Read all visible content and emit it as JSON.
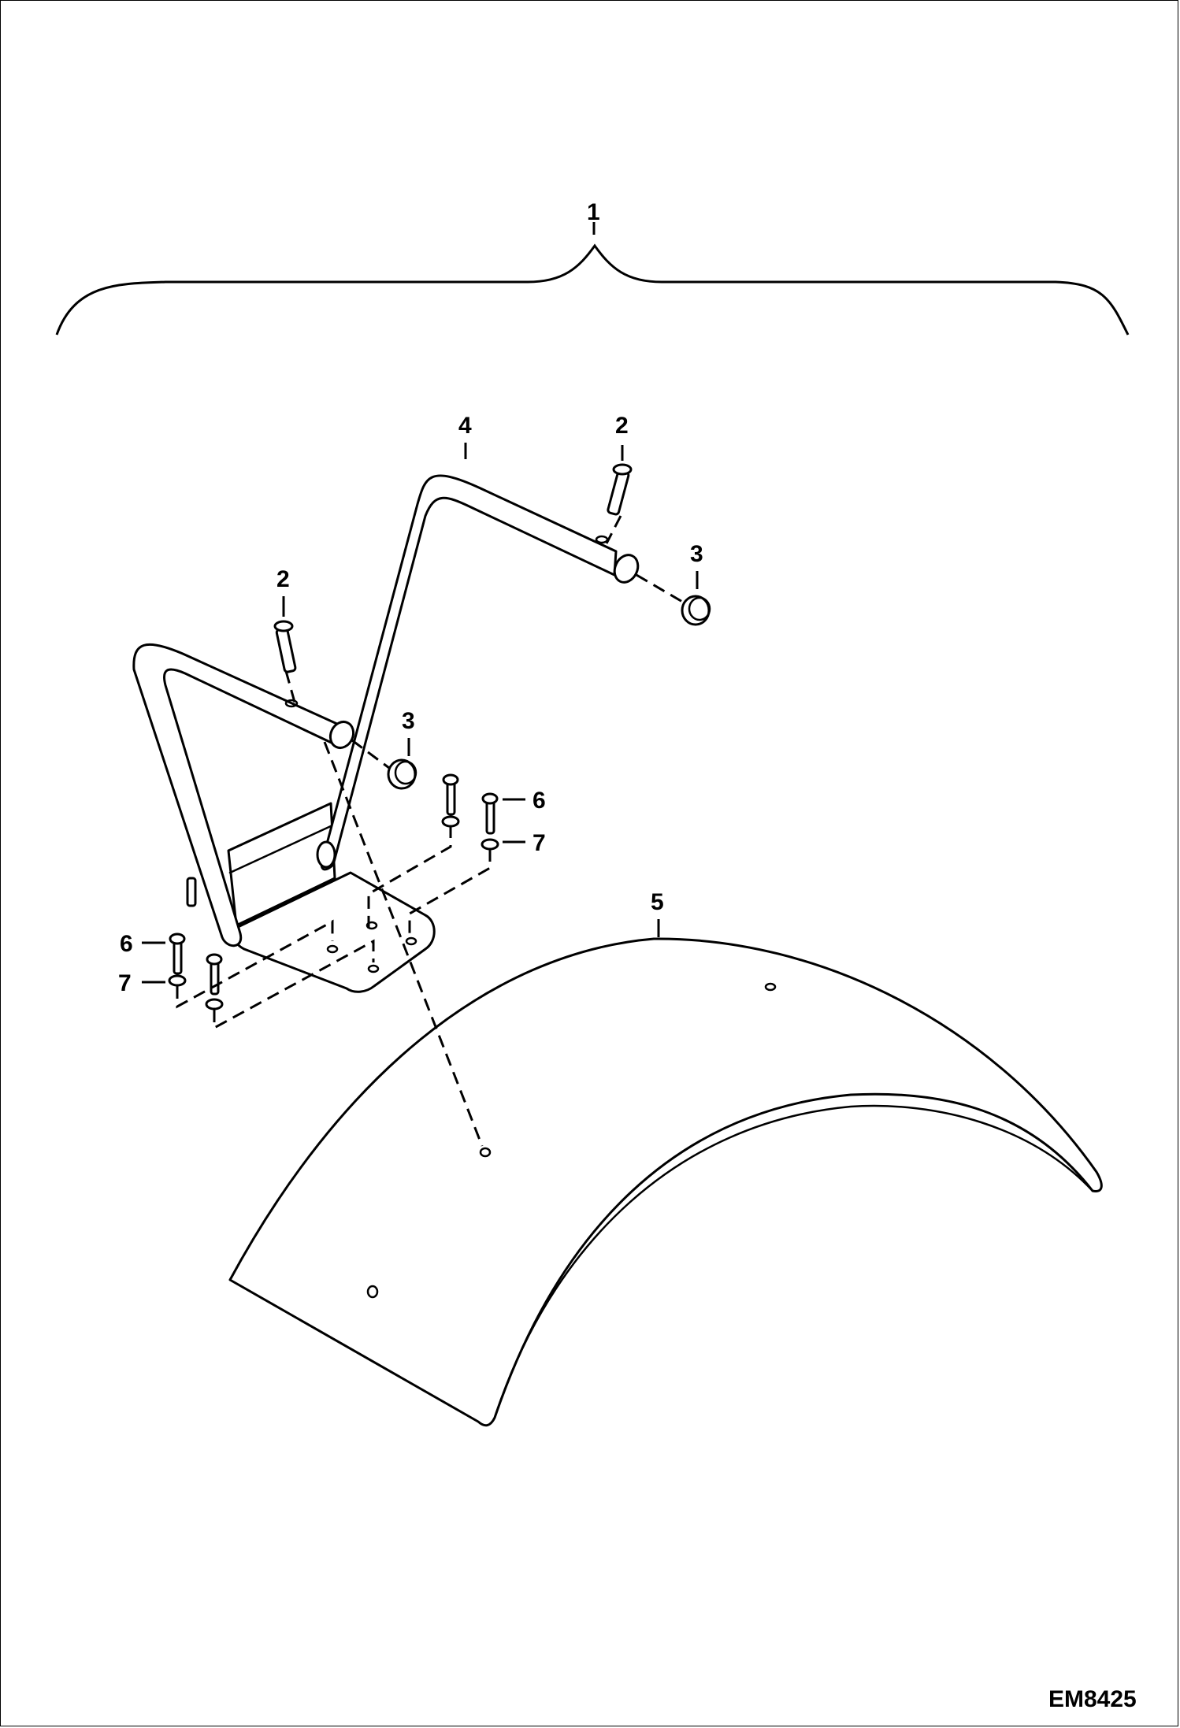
{
  "callouts": {
    "assembly": "1",
    "pin_upper": "2",
    "pin_lower": "2",
    "cap_upper": "3",
    "cap_lower": "3",
    "handle": "4",
    "fender": "5",
    "bolt_right": "6",
    "washer_right": "7",
    "bolt_left": "6",
    "washer_left": "7"
  },
  "drawing_number": "EM8425"
}
